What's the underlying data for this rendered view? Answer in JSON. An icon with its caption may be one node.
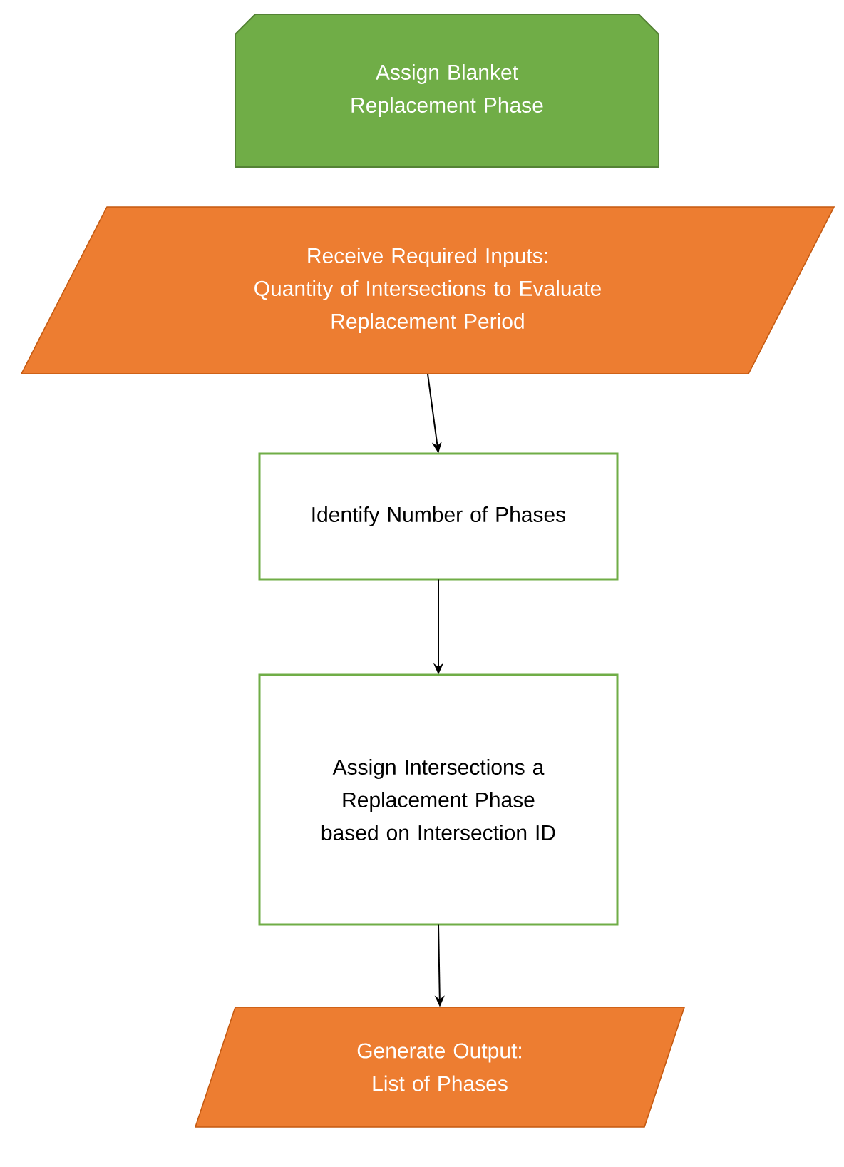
{
  "diagram": {
    "nodes": [
      {
        "text": [
          "Assign Blanket Replacement Phase"
        ]
      },
      {
        "text": [
          "Receive Required Inputs:",
          "Quantity of Intersections to Evaluate",
          "Replacement Period"
        ]
      },
      {
        "text": [
          "Identify Number of Phases"
        ]
      },
      {
        "text": [
          "Assign Intersections a Replacement Phase based on Intersection ID"
        ]
      },
      {
        "text": [
          "Generate Output:",
          "List of  Phases"
        ]
      }
    ],
    "edges": [
      {
        "from": 1,
        "to": 2,
        "arrow": "to"
      },
      {
        "from": 2,
        "to": 3,
        "arrow": "to"
      },
      {
        "from": 3,
        "to": 4,
        "arrow": "to"
      }
    ]
  }
}
